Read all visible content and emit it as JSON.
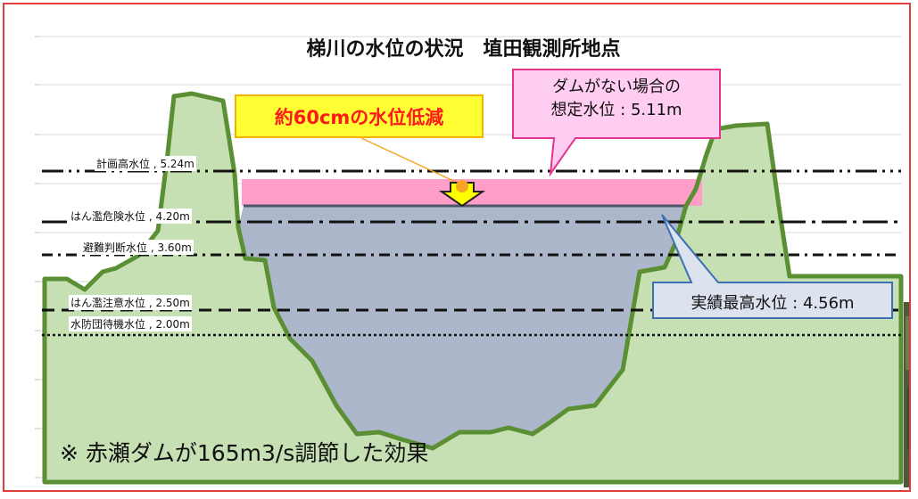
{
  "title": "梯川の水位の状況　埴田観測所地点",
  "levels": [
    {
      "label": "計画高水位 , 5.24m",
      "style": "dash-dot-dot"
    },
    {
      "label": "はん濫危険水位 , 4.20m",
      "style": "dash-dot"
    },
    {
      "label": "避難判断水位 , 3.60m",
      "style": "dash-dot-short"
    },
    {
      "label": "はん濫注意水位 , 2.50m",
      "style": "dashed"
    },
    {
      "label": "水防団待機水位 , 2.00m",
      "style": "dotted"
    }
  ],
  "callouts": {
    "reduction": "約60cmの水位低減",
    "no_dam_line1": "ダムがない場合の",
    "no_dam_line2": "想定水位 : 5.11m",
    "actual_max": "実績最高水位 : 4.56m"
  },
  "footnote": "※ 赤瀬ダムが165m3/s調節した効果",
  "colors": {
    "terrain_fill": "#c6e0b4",
    "terrain_stroke": "#5b8f33",
    "water": "#adb7cc",
    "no_dam_band": "#ff9ec9",
    "frame_border": "#e53a3a",
    "callout_yellow": "#ffff33",
    "callout_pink": "#ffccf2",
    "callout_blue": "#dce3ef",
    "arrow_yellow": "#ffff00",
    "marker_orange": "#f5a623"
  }
}
